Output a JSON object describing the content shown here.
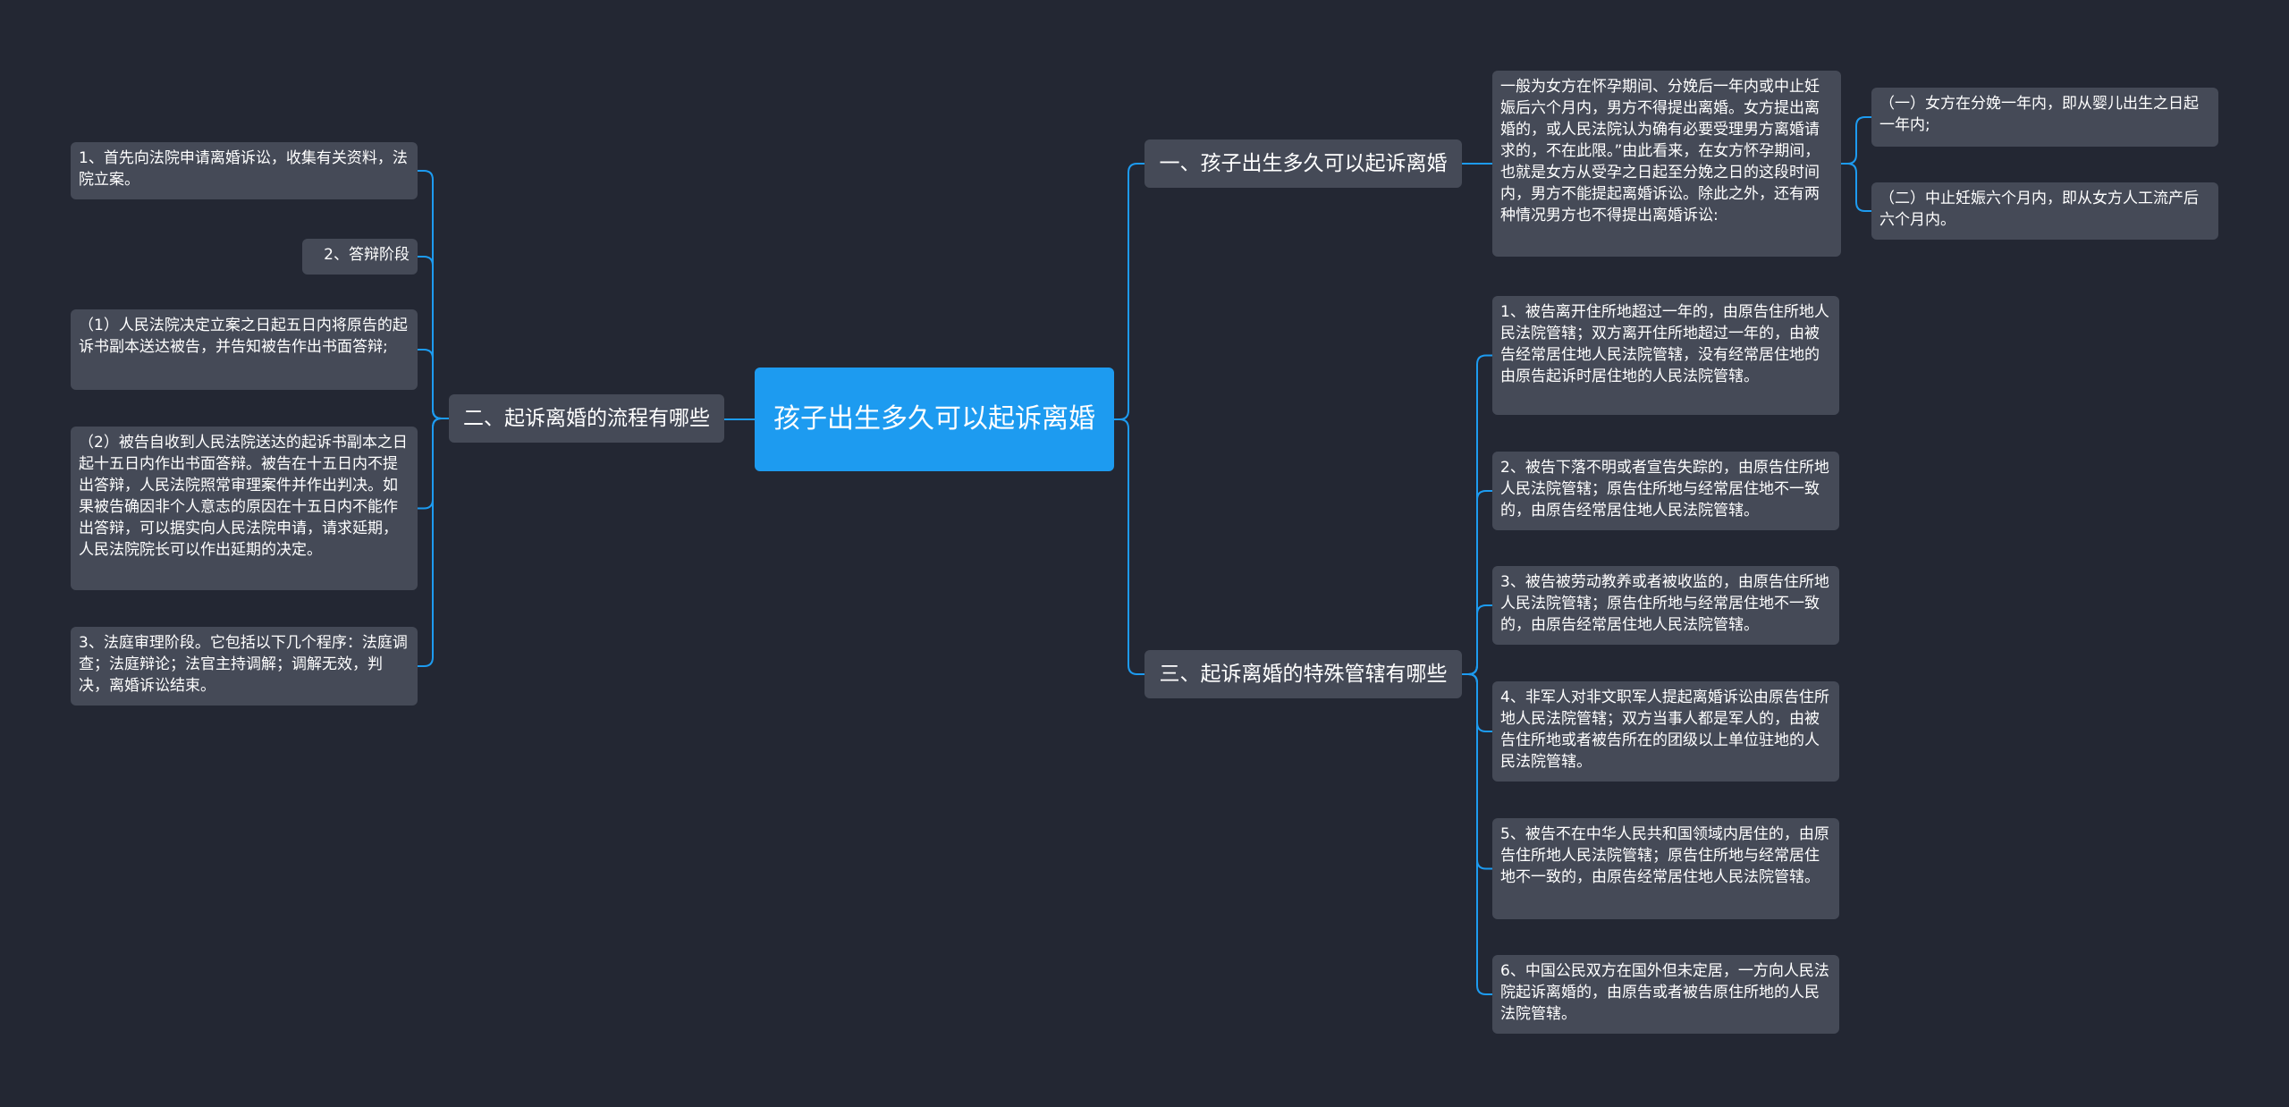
{
  "root": {
    "title": "孩子出生多久可以起诉离婚"
  },
  "branches": {
    "b1": {
      "title": "一、孩子出生多久可以起诉离婚"
    },
    "b2": {
      "title": "二、起诉离婚的流程有哪些"
    },
    "b3": {
      "title": "三、起诉离婚的特殊管辖有哪些"
    }
  },
  "b1_detail": {
    "main": "一般为女方在怀孕期间、分娩后一年内或中止妊娠后六个月内，男方不得提出离婚。女方提出离婚的，或人民法院认为确有必要受理男方离婚请求的，不在此限。”由此看来，在女方怀孕期间，也就是女方从受孕之日起至分娩之日的这段时间内，男方不能提起离婚诉讼。除此之外，还有两种情况男方也不得提出离婚诉讼:",
    "sub": [
      "（一）女方在分娩一年内，即从婴儿出生之日起一年内;",
      "（二）中止妊娠六个月内，即从女方人工流产后六个月内。"
    ]
  },
  "b2_items": [
    "1、首先向法院申请离婚诉讼，收集有关资料，法院立案。",
    "2、答辩阶段",
    "（1）人民法院决定立案之日起五日内将原告的起诉书副本送达被告，并告知被告作出书面答辩;",
    "（2）被告自收到人民法院送达的起诉书副本之日起十五日内作出书面答辩。被告在十五日内不提出答辩，人民法院照常审理案件并作出判决。如果被告确因非个人意志的原因在十五日内不能作出答辩，可以据实向人民法院申请，请求延期，人民法院院长可以作出延期的决定。",
    "3、法庭审理阶段。它包括以下几个程序：法庭调查；法庭辩论；法官主持调解；调解无效，判决，离婚诉讼结束。"
  ],
  "b3_items": [
    "1、被告离开住所地超过一年的，由原告住所地人民法院管辖；双方离开住所地超过一年的，由被告经常居住地人民法院管辖，没有经常居住地的由原告起诉时居住地的人民法院管辖。",
    "2、被告下落不明或者宣告失踪的，由原告住所地人民法院管辖；原告住所地与经常居住地不一致的，由原告经常居住地人民法院管辖。",
    "3、被告被劳动教养或者被收监的，由原告住所地人民法院管辖；原告住所地与经常居住地不一致的，由原告经常居住地人民法院管辖。",
    "4、非军人对非文职军人提起离婚诉讼由原告住所地人民法院管辖；双方当事人都是军人的，由被告住所地或者被告所在的团级以上单位驻地的人民法院管辖。",
    "5、被告不在中华人民共和国领域内居住的，由原告住所地人民法院管辖；原告住所地与经常居住地不一致的，由原告经常居住地人民法院管辖。",
    "6、中国公民双方在国外但未定居，一方向人民法院起诉离婚的，由原告或者被告原住所地的人民法院管辖。"
  ],
  "colors": {
    "background": "#232733",
    "root": "#1d9bf0",
    "node": "#454a57",
    "line": "#1d9bf0"
  }
}
